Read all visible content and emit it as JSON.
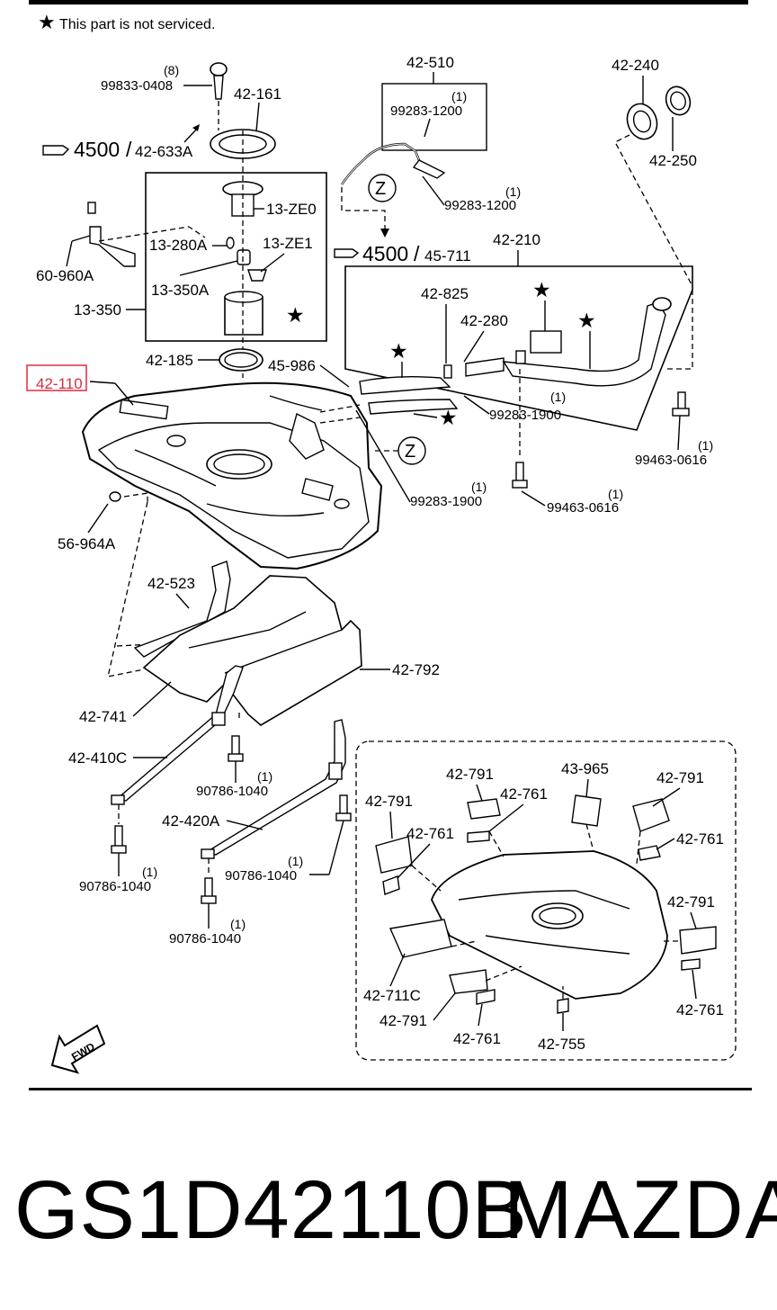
{
  "note": "This part is not serviced.",
  "labels": {
    "p99833_qty": "(8)",
    "p99833": "99833-0408",
    "p42_161": "42-161",
    "ref1_num": "4500",
    "ref1_part": "42-633A",
    "p42_510": "42-510",
    "p99283_1200_a_qty": "(1)",
    "p99283_1200_a": "99283-1200",
    "p99283_1200_b_qty": "(1)",
    "p99283_1200_b": "99283-1200",
    "p42_240": "42-240",
    "p42_250": "42-250",
    "p13_ze0": "13-ZE0",
    "p13_280a": "13-280A",
    "p13_ze1": "13-ZE1",
    "p13_350a": "13-350A",
    "p13_350": "13-350",
    "p60_960a": "60-960A",
    "ref2_num": "4500",
    "ref2_part": "45-711",
    "p42_210": "42-210",
    "p42_825": "42-825",
    "p42_280": "42-280",
    "p99283_1900_a_qty": "(1)",
    "p99283_1900_a": "99283-1900",
    "p42_185": "42-185",
    "p45_986": "45-986",
    "p42_110": "42-110",
    "p99463_a_qty": "(1)",
    "p99463_a": "99463-0616",
    "p99283_1900_b_qty": "(1)",
    "p99283_1900_b": "99283-1900",
    "p99463_b_qty": "(1)",
    "p99463_b": "99463-0616",
    "p56_964a": "56-964A",
    "p42_523": "42-523",
    "p42_792": "42-792",
    "p42_741": "42-741",
    "p42_410c": "42-410C",
    "p90786_a_qty": "(1)",
    "p90786_a": "90786-1040",
    "p42_420a": "42-420A",
    "p90786_b_qty": "(1)",
    "p90786_b": "90786-1040",
    "p90786_c_qty": "(1)",
    "p90786_c": "90786-1040",
    "p90786_d_qty": "(1)",
    "p90786_d": "90786-1040",
    "d_42_791_a": "42-791",
    "d_43_965": "43-965",
    "d_42_791_b": "42-791",
    "d_42_791_c": "42-791",
    "d_42_761_a": "42-761",
    "d_42_761_b": "42-761",
    "d_42_761_c": "42-761",
    "d_42_791_d": "42-791",
    "d_42_711c": "42-711C",
    "d_42_761_d": "42-761",
    "d_42_791_e": "42-791",
    "d_42_761_e": "42-761",
    "d_42_755": "42-755",
    "zone_z1": "Z",
    "zone_z2": "Z",
    "fwd": "FWD"
  },
  "footer": {
    "part_number": "GS1D42110B",
    "brand": "MAZDA"
  },
  "highlight_color": "#e0394a"
}
